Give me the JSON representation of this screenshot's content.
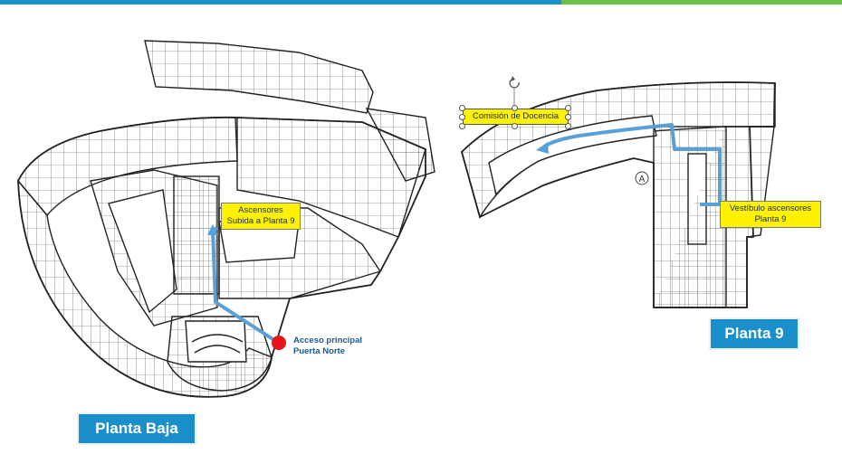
{
  "floors": {
    "ground": {
      "badge": "Planta Baja",
      "elevator_label": [
        "Ascensores",
        "Subida a Planta 9"
      ],
      "entrance_label": [
        "Acceso principal",
        "Puerta Norte"
      ]
    },
    "ninth": {
      "badge": "Planta 9",
      "destination_label": "Comisión de Docencia",
      "vestibule_label": [
        "Vestíbulo ascensores",
        "Planta 9"
      ],
      "grid_marker": "A"
    }
  },
  "colors": {
    "accent_blue": "#1a8fcc",
    "accent_green": "#6cc04a",
    "route": "#5aa0d8",
    "label_yellow": "#fff200",
    "entrance_marker": "#e8141b"
  }
}
